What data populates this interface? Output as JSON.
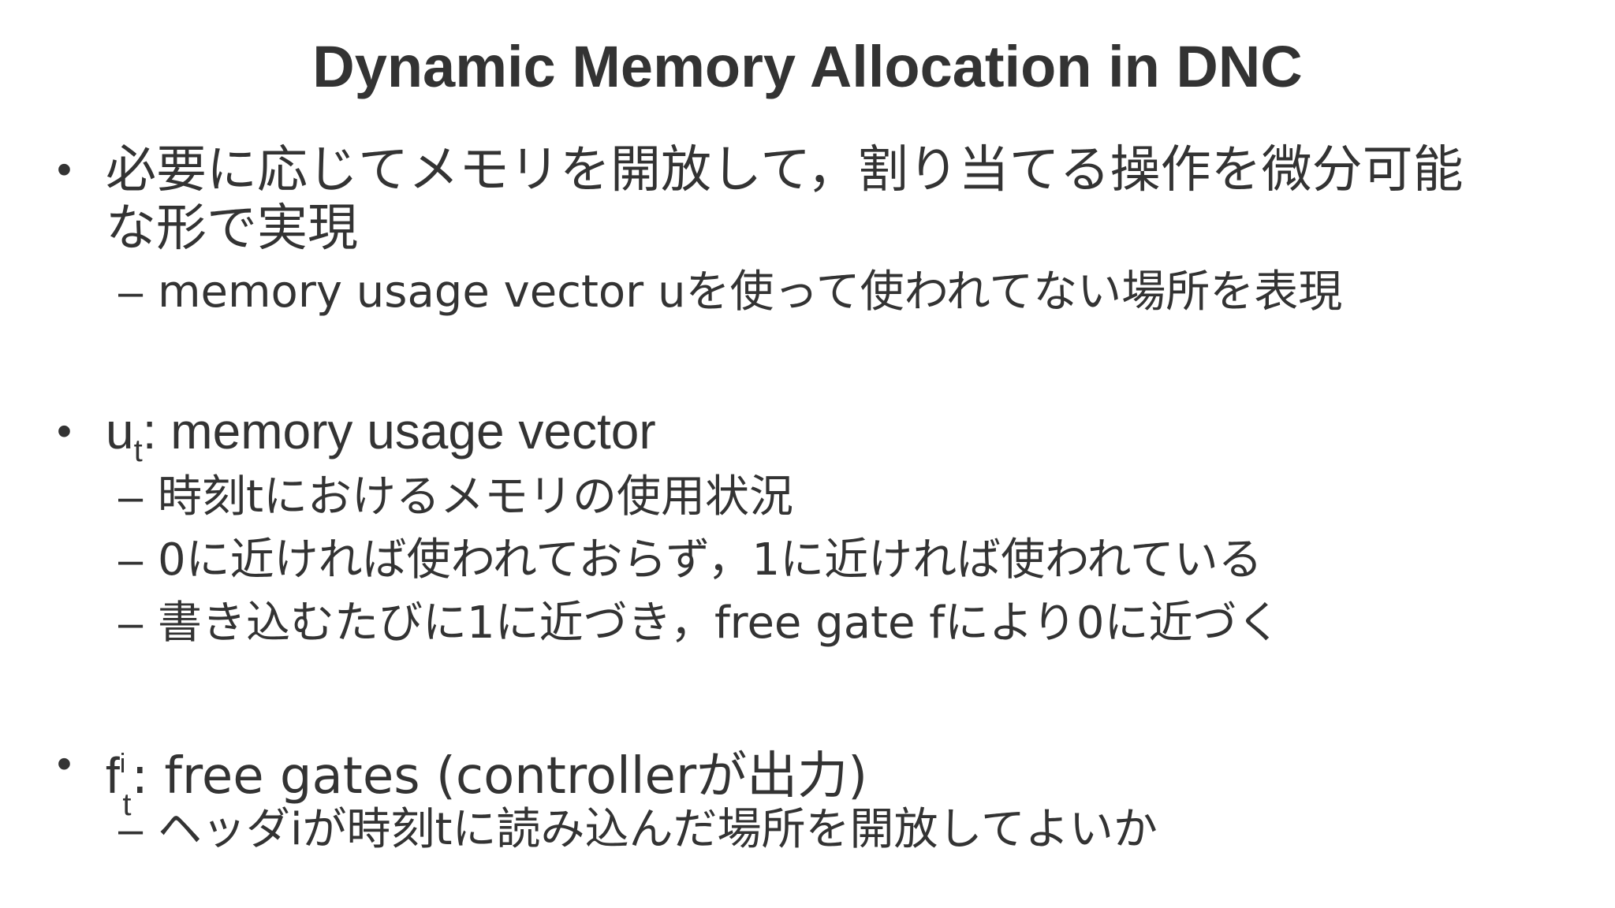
{
  "title": "Dynamic Memory Allocation in DNC",
  "bullet_marker": "•",
  "dash_marker": "–",
  "sections": [
    {
      "line1": "必要に応じてメモリを開放して，割り当てる操作を微分可能",
      "line2": "な形で実現",
      "subs": [
        "memory usage vector uを使って使われてない場所を表現"
      ]
    },
    {
      "heading_var": "u",
      "heading_sub": "t",
      "heading_rest": ": memory usage vector",
      "subs": [
        "時刻tにおけるメモリの使用状況",
        "0に近ければ使われておらず，1に近ければ使われている",
        "書き込むたびに1に近づき，free gate fにより0に近づく"
      ]
    },
    {
      "heading_var": "f",
      "heading_sup": "i",
      "heading_sub": "t",
      "heading_rest": ": free gates (controllerが出力)",
      "subs": [
        "ヘッダiが時刻tに読み込んだ場所を開放してよいか"
      ]
    }
  ]
}
